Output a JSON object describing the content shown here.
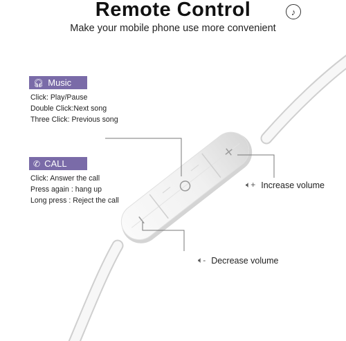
{
  "header": {
    "title": "Remote Control",
    "subtitle": "Make your mobile phone use more convenient"
  },
  "music": {
    "label": "Music",
    "lines": [
      "Click: Play/Pause",
      "Double Click:Next song",
      "Three Click: Previous song"
    ]
  },
  "call": {
    "label": "CALL",
    "lines": [
      "Click: Answer the call",
      "Press again : hang up",
      "Long press : Reject the call"
    ]
  },
  "volume": {
    "increase": "Increase volume",
    "decrease": "Decrease volume"
  },
  "colors": {
    "pill": "#7a6ba8",
    "cable": "#f2f2f2"
  },
  "icons": [
    "music-note-icon",
    "headphones-icon",
    "phone-icon",
    "speaker-plus-icon",
    "speaker-minus-icon"
  ]
}
